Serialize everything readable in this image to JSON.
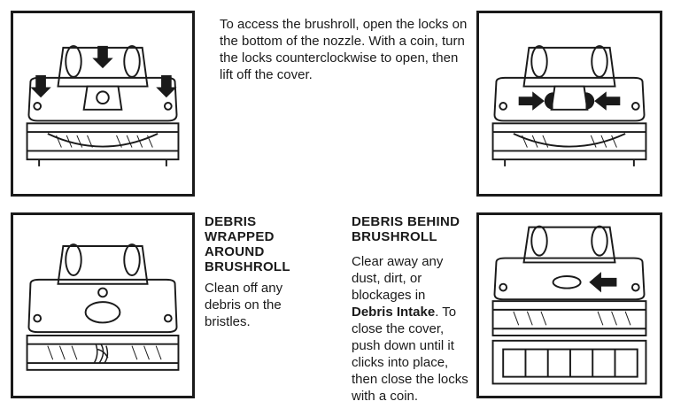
{
  "step_access": {
    "text": "To access the brushroll, open the locks on the bottom of the nozzle. With a coin, turn the locks counterclockwise to open, then lift off the cover."
  },
  "section_wrapped": {
    "heading": "DEBRIS WRAPPED AROUND BRUSHROLL",
    "text": "Clean off any debris on the bristles."
  },
  "section_behind": {
    "heading": "DEBRIS BEHIND BRUSHROLL",
    "text_before": "Clear away any dust, dirt, or blockages in ",
    "text_bold": "Debris Intake",
    "text_after": ". To close the cover, push down until it clicks into place, then close the locks with a coin."
  },
  "figures": [
    {
      "name": "nozzle-locks-figure",
      "icon": "down-arrow-icons"
    },
    {
      "name": "locks-open-figure",
      "icon": "inward-arrow-icons"
    },
    {
      "name": "brushroll-debris-figure",
      "icon": "tangled-hair"
    },
    {
      "name": "debris-intake-figure",
      "icon": "left-arrow-icon"
    }
  ]
}
